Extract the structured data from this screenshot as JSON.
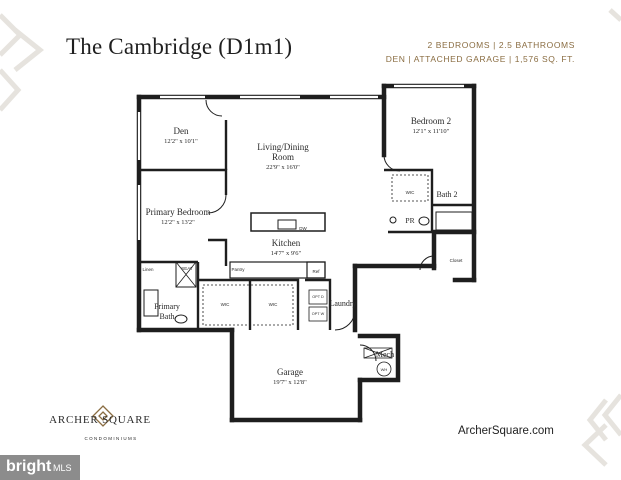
{
  "title": "The Cambridge (D1m1)",
  "specs": {
    "line1": "2 BEDROOMS  |  2.5 BATHROOMS",
    "line2": "DEN  |  ATTACHED GARAGE  |  1,576 SQ. FT."
  },
  "rooms": {
    "den": {
      "name": "Den",
      "size": "12'2\" x 10'1\""
    },
    "living": {
      "name1": "Living/Dining",
      "name2": "Room",
      "size": "22'9\" x 16'0\""
    },
    "bedroom2": {
      "name": "Bedroom 2",
      "size": "12'1\" x 11'10\""
    },
    "primary_bedroom": {
      "name": "Primary Bedroom",
      "size": "12'2\" x 13'2\""
    },
    "kitchen": {
      "name": "Kitchen",
      "size": "14'7\" x 9'6\""
    },
    "garage": {
      "name": "Garage",
      "size": "19'7\" x 12'8\""
    },
    "bath2": "Bath 2",
    "primary_bath1": "Primary",
    "primary_bath2": "Bath",
    "laundry": "Laundry",
    "mech": "Mech",
    "pr": "PR",
    "closet": "Closet",
    "linen": "Linen",
    "seat": "SEAT",
    "pantry": "Pantry",
    "ref": "Ref",
    "dw": "DW",
    "wic": "WIC",
    "wh": "WH",
    "opt_d": "OPT\nD",
    "opt_w": "OPT\nW"
  },
  "brand": {
    "name": "ARCHER SQUARE",
    "sub": "CONDOMINIUMS"
  },
  "website": "ArcherSquare.com",
  "watermark": {
    "name": "bright",
    "suffix": "MLS"
  }
}
